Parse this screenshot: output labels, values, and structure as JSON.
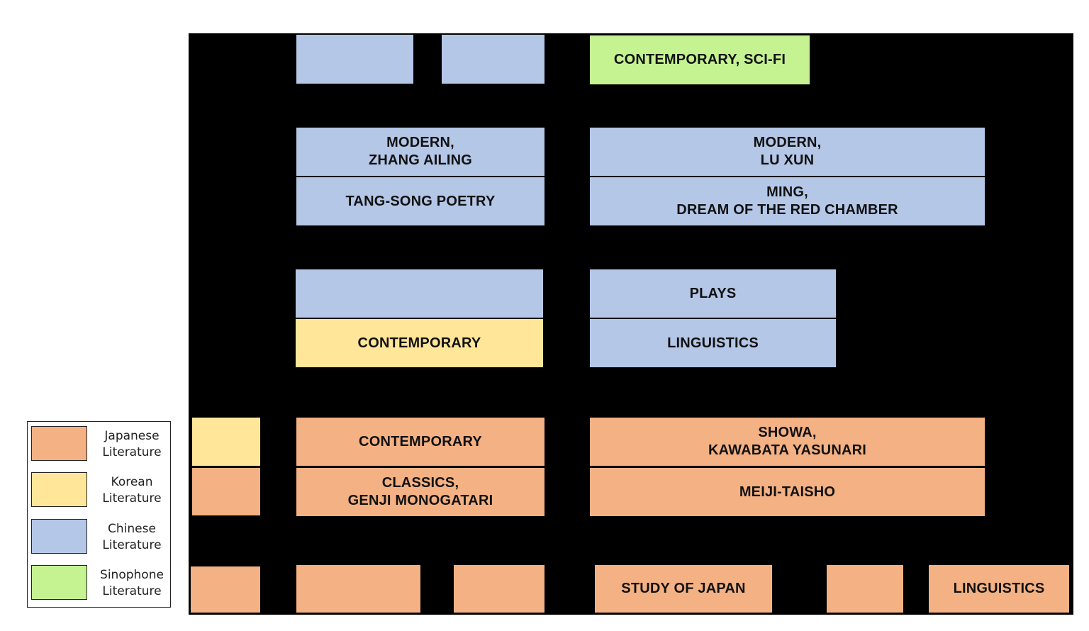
{
  "colors": {
    "japanese": "#f4b183",
    "korean": "#ffe699",
    "chinese": "#b4c7e7",
    "sinophone": "#c5f392",
    "floor": "#000000"
  },
  "legend": [
    {
      "label": "Japanese\nLiterature",
      "color": "#f4b183"
    },
    {
      "label": "Korean\nLiterature",
      "color": "#ffe699"
    },
    {
      "label": "Chinese\nLiterature",
      "color": "#b4c7e7"
    },
    {
      "label": "Sinophone\nLiterature",
      "color": "#c5f392"
    }
  ],
  "shelves": {
    "r1_blank_a": {
      "label": "",
      "category": "chinese"
    },
    "r1_blank_b": {
      "label": "",
      "category": "chinese"
    },
    "contemporary_scifi": {
      "label": "CONTEMPORARY, SCI-FI",
      "category": "sinophone"
    },
    "modern_zhang_ailing": {
      "label": "MODERN,\nZHANG AILING",
      "category": "chinese"
    },
    "modern_lu_xun": {
      "label": "MODERN,\nLU XUN",
      "category": "chinese"
    },
    "tang_song_poetry": {
      "label": "TANG-SONG POETRY",
      "category": "chinese"
    },
    "ming_red_chamber": {
      "label": "MING,\nDREAM OF THE RED CHAMBER",
      "category": "chinese"
    },
    "r3_blank": {
      "label": "",
      "category": "chinese"
    },
    "plays": {
      "label": "PLAYS",
      "category": "chinese"
    },
    "korean_contemporary": {
      "label": "CONTEMPORARY",
      "category": "korean"
    },
    "chinese_linguistics": {
      "label": "LINGUISTICS",
      "category": "chinese"
    },
    "korean_small": {
      "label": "",
      "category": "korean"
    },
    "japanese_contemporary": {
      "label": "CONTEMPORARY",
      "category": "japanese"
    },
    "showa_kawabata": {
      "label": "SHOWA,\nKAWABATA YASUNARI",
      "category": "japanese"
    },
    "japanese_small": {
      "label": "",
      "category": "japanese"
    },
    "classics_genji": {
      "label": "CLASSICS,\nGENJI MONOGATARI",
      "category": "japanese"
    },
    "meiji_taisho": {
      "label": "MEIJI-TAISHO",
      "category": "japanese"
    },
    "bottom_blank_a": {
      "label": "",
      "category": "japanese"
    },
    "bottom_blank_b": {
      "label": "",
      "category": "japanese"
    },
    "bottom_blank_c": {
      "label": "",
      "category": "japanese"
    },
    "study_of_japan": {
      "label": "STUDY OF JAPAN",
      "category": "japanese"
    },
    "bottom_blank_d": {
      "label": "",
      "category": "japanese"
    },
    "japanese_linguistics": {
      "label": "LINGUISTICS",
      "category": "japanese"
    }
  }
}
